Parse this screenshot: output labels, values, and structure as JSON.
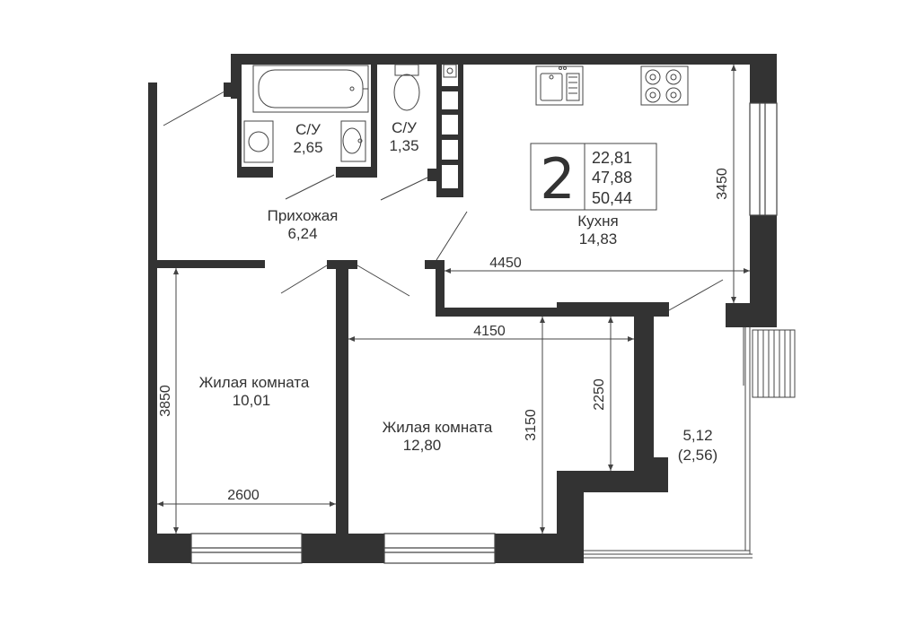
{
  "apartment": {
    "rooms_count": "2",
    "area_living": "22,81",
    "area_total": "47,88",
    "area_total_with_balcony": "50,44"
  },
  "rooms": {
    "bathroom": {
      "name": "С/У",
      "area": "2,65"
    },
    "toilet": {
      "name": "С/У",
      "area": "1,35"
    },
    "hallway": {
      "name": "Прихожая",
      "area": "6,24"
    },
    "kitchen": {
      "name": "Кухня",
      "area": "14,83"
    },
    "bedroom_left": {
      "name": "Жилая комната",
      "area": "10,01"
    },
    "bedroom_right": {
      "name": "Жилая комната",
      "area": "12,80"
    },
    "balcony": {
      "area": "5,12",
      "reduced_area": "(2,56)"
    }
  },
  "dimensions": {
    "kitchen_width": "4450",
    "kitchen_height": "3450",
    "room2_width": "4150",
    "room2_height": "3150",
    "balcony_depth": "2250",
    "room1_height": "3850",
    "room1_width": "2600"
  },
  "colors": {
    "wall": "#333333",
    "line": "#444444",
    "background": "#ffffff"
  }
}
